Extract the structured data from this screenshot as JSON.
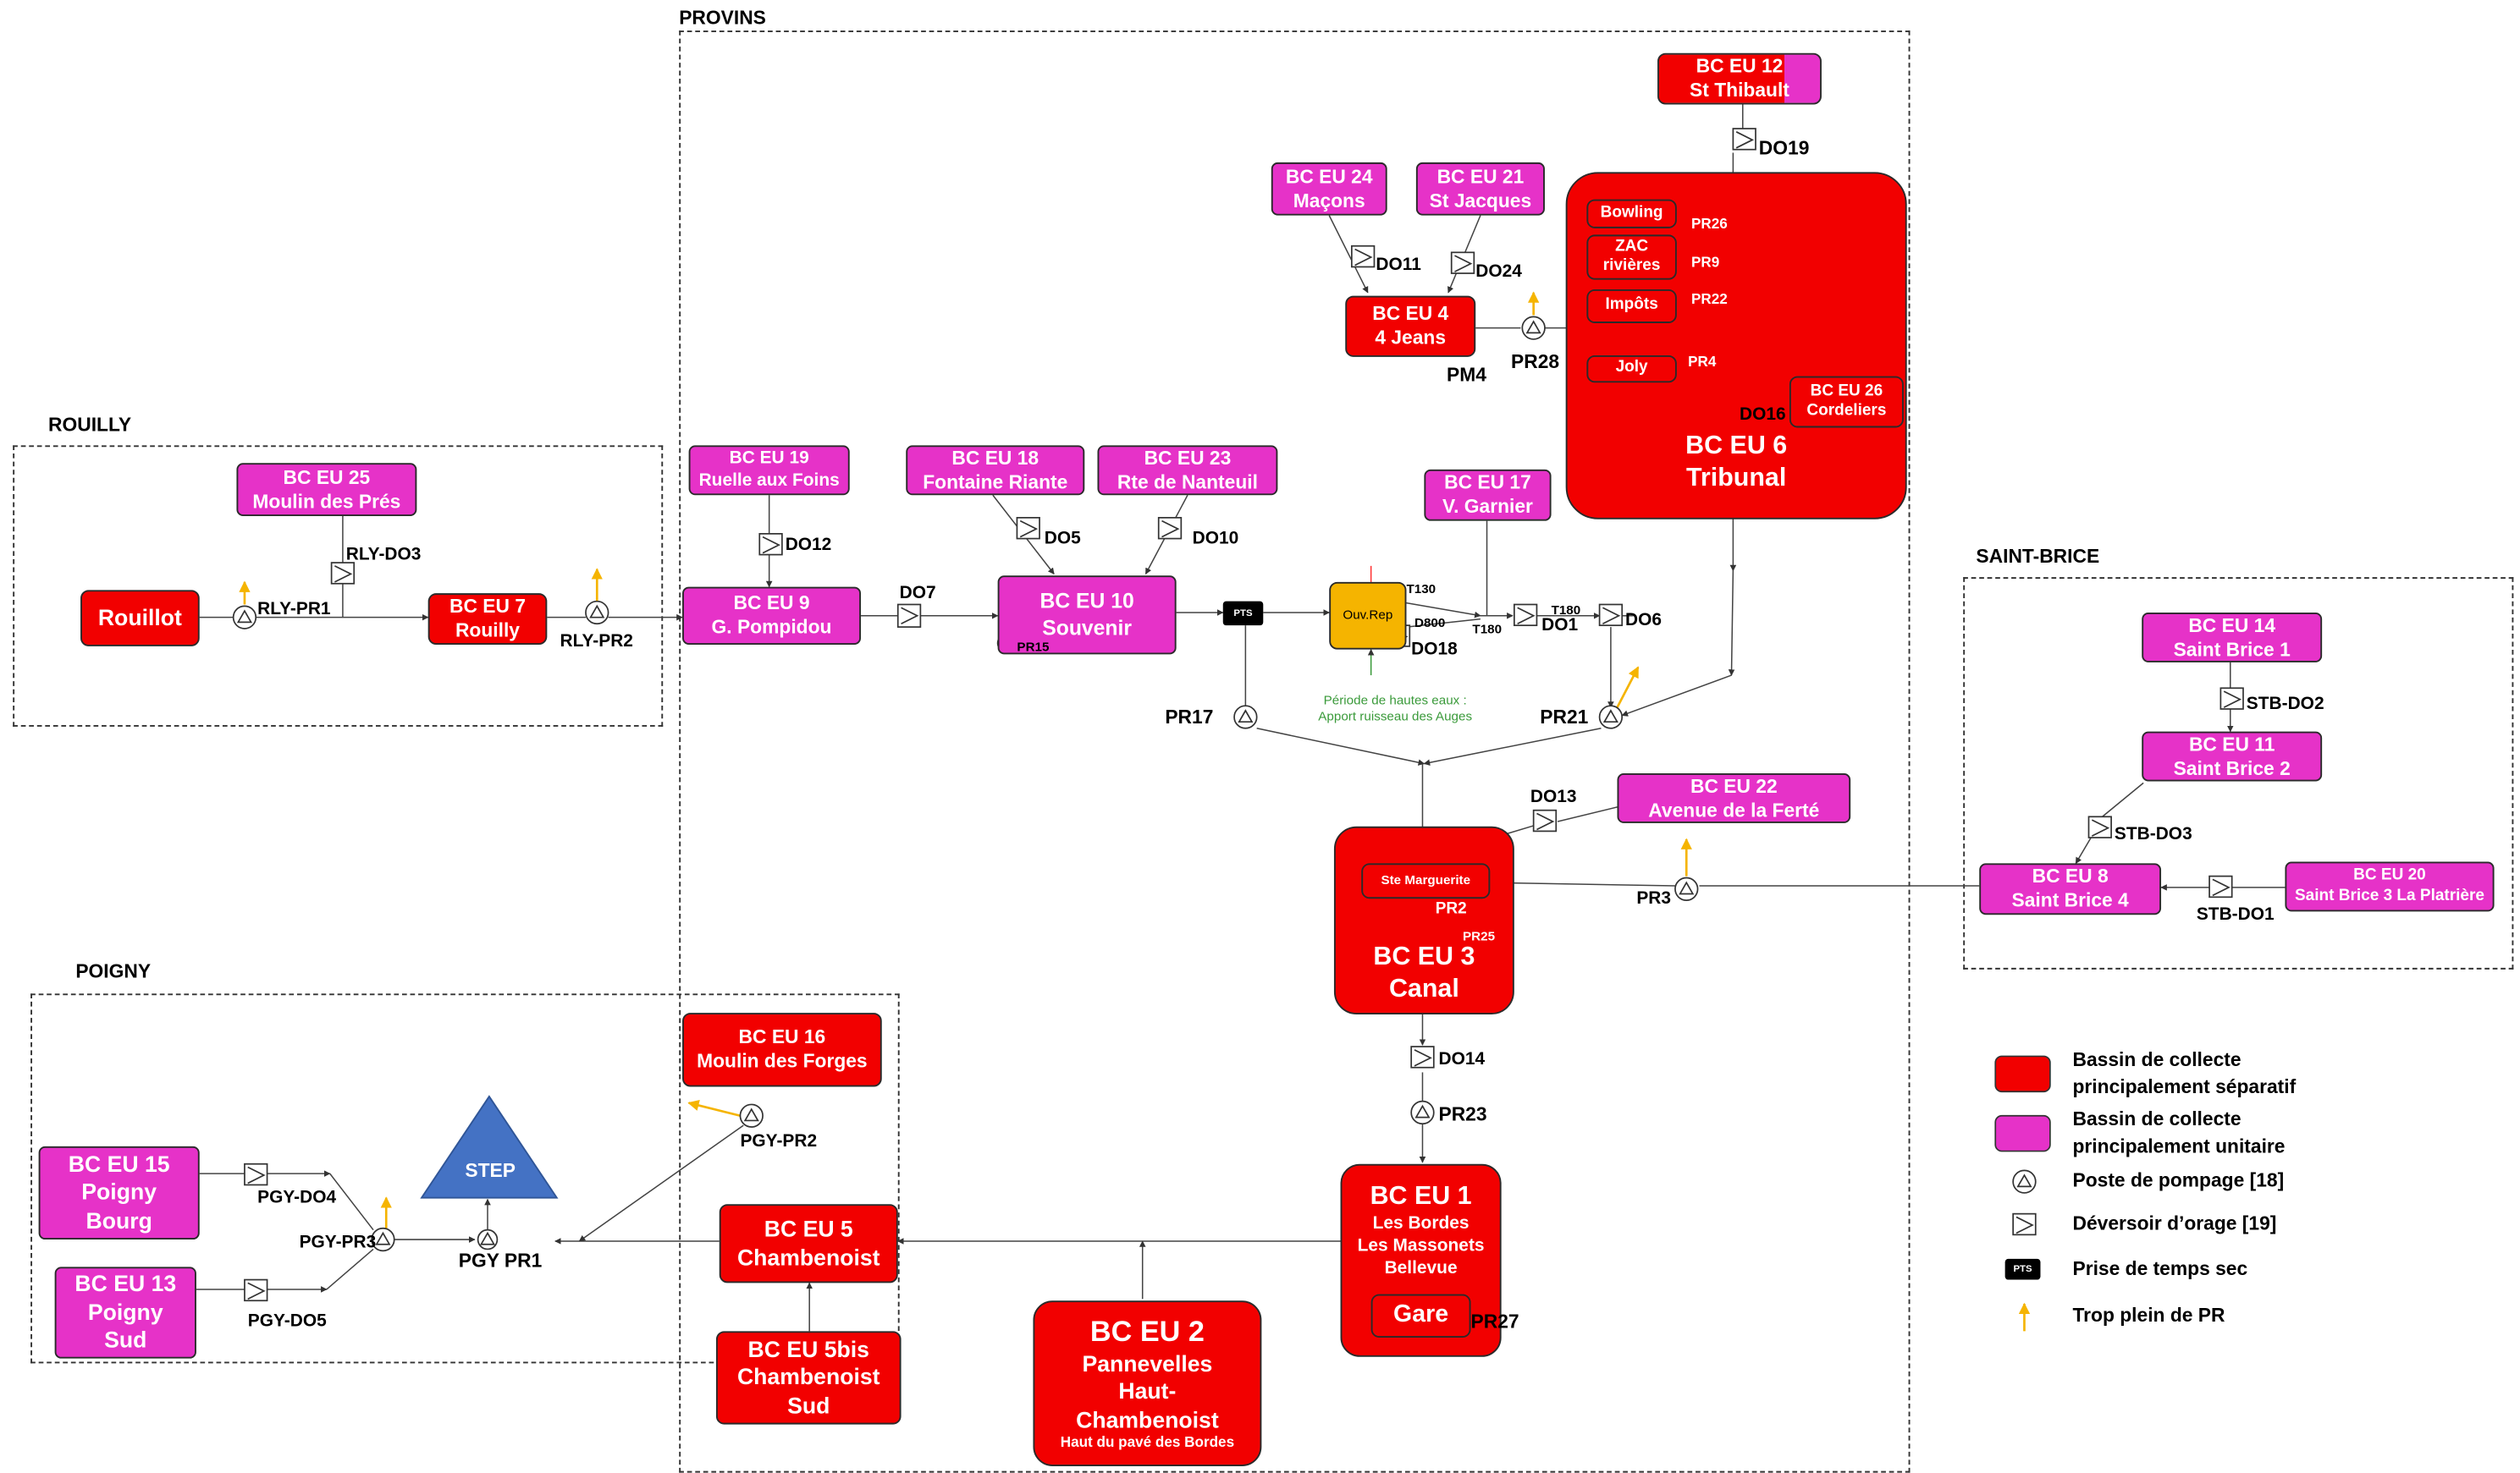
{
  "zones": {
    "rouilly": "ROUILLY",
    "provins": "PROVINS",
    "poigny": "POIGNY",
    "saint_brice": "SAINT-BRICE"
  },
  "boxes": {
    "rouillot": [
      "Rouillot"
    ],
    "bc25": [
      "BC EU 25",
      "Moulin des Prés"
    ],
    "bc7": [
      "BC EU 7",
      "Rouilly"
    ],
    "bc19": [
      "BC EU 19",
      "Ruelle aux Foins"
    ],
    "bc9": [
      "BC EU 9",
      "G. Pompidou"
    ],
    "bc18": [
      "BC EU 18",
      "Fontaine Riante"
    ],
    "bc23": [
      "BC EU 23",
      "Rte de Nanteuil"
    ],
    "bc10": [
      "BC EU 10",
      "Souvenir"
    ],
    "bc24": [
      "BC EU 24",
      "Maçons"
    ],
    "bc21": [
      "BC EU 21",
      "St Jacques"
    ],
    "bc12": [
      "BC EU 12",
      "St Thibault"
    ],
    "bc4": [
      "BC EU 4",
      "4 Jeans"
    ],
    "bc6": [
      "BC EU 6",
      "Tribunal"
    ],
    "bowling": [
      "Bowling"
    ],
    "zac": [
      "ZAC",
      "rivières"
    ],
    "impots": [
      "Impôts"
    ],
    "joly": [
      "Joly"
    ],
    "bc26": [
      "BC EU 26",
      "Cordeliers"
    ],
    "bc17": [
      "BC EU 17",
      "V. Garnier"
    ],
    "ouvrep": [
      "Ouv.Rep"
    ],
    "bc22": [
      "BC EU 22",
      "Avenue de la Ferté"
    ],
    "bc3": [
      "BC EU 3",
      "Canal"
    ],
    "ste_marguerite": [
      "Ste Marguerite"
    ],
    "bc14": [
      "BC EU 14",
      "Saint Brice 1"
    ],
    "bc11": [
      "BC EU 11",
      "Saint Brice 2"
    ],
    "bc8": [
      "BC EU 8",
      "Saint Brice 4"
    ],
    "bc20": [
      "BC EU 20",
      "Saint Brice 3 La Platrière"
    ],
    "bc16": [
      "BC EU 16",
      "Moulin des Forges"
    ],
    "bc15": [
      "BC EU 15",
      "Poigny",
      "Bourg"
    ],
    "bc13": [
      "BC EU 13",
      "Poigny",
      "Sud"
    ],
    "bc5": [
      "BC EU 5",
      "Chambenoist"
    ],
    "bc5bis": [
      "BC EU 5bis",
      "Chambenoist",
      "Sud"
    ],
    "bc2": [
      "BC EU 2",
      "Pannevelles",
      "Haut-",
      "Chambenoist",
      "Haut du pavé des Bordes"
    ],
    "bc1": [
      "BC EU 1",
      "Les Bordes",
      "Les Massonets",
      "Bellevue"
    ],
    "gare": [
      "Gare"
    ]
  },
  "labels": {
    "rly_pr1": "RLY-PR1",
    "rly_do3": "RLY-DO3",
    "rly_pr2": "RLY-PR2",
    "do12": "DO12",
    "do5": "DO5",
    "do10": "DO10",
    "do7": "DO7",
    "pr15": "PR15",
    "do11": "DO11",
    "do24": "DO24",
    "pm4": "PM4",
    "pr28": "PR28",
    "do19": "DO19",
    "pr26": "PR26",
    "pr9": "PR9",
    "pr22": "PR22",
    "pr4": "PR4",
    "do16": "DO16",
    "t130": "T130",
    "d800": "D800",
    "t180a": "T180",
    "t180b": "T180",
    "do1": "DO1",
    "do6": "DO6",
    "do18": "DO18",
    "pr17": "PR17",
    "pr21": "PR21",
    "do13": "DO13",
    "pr3": "PR3",
    "pr2": "PR2",
    "pr25": "PR25",
    "do14": "DO14",
    "pr23": "PR23",
    "pr27": "PR27",
    "stb_do2": "STB-DO2",
    "stb_do3": "STB-DO3",
    "stb_do1": "STB-DO1",
    "pgy_pr2": "PGY-PR2",
    "pgy_do4": "PGY-DO4",
    "pgy_pr3": "PGY-PR3",
    "pgy_pr1": "PGY PR1",
    "pgy_do5": "PGY-DO5",
    "step": "STEP",
    "pts": "PTS"
  },
  "note": [
    "Période de hautes eaux :",
    "Apport ruisseau des Auges"
  ],
  "legend": {
    "sep": [
      "Bassin de collecte",
      "principalement séparatif"
    ],
    "uni": [
      "Bassin de collecte",
      "principalement unitaire"
    ],
    "pump": "Poste de pompage [18]",
    "weir": "Déversoir d’orage [19]",
    "pts_icon": "PTS",
    "pts": "Prise de temps sec",
    "overflow": "Trop plein de PR"
  },
  "colors": {
    "separatif": "#f20000",
    "unitaire": "#e632c8",
    "overflow_arrow": "#f5b400",
    "ouvrep": "#f5b400",
    "step": "#4472c4"
  }
}
